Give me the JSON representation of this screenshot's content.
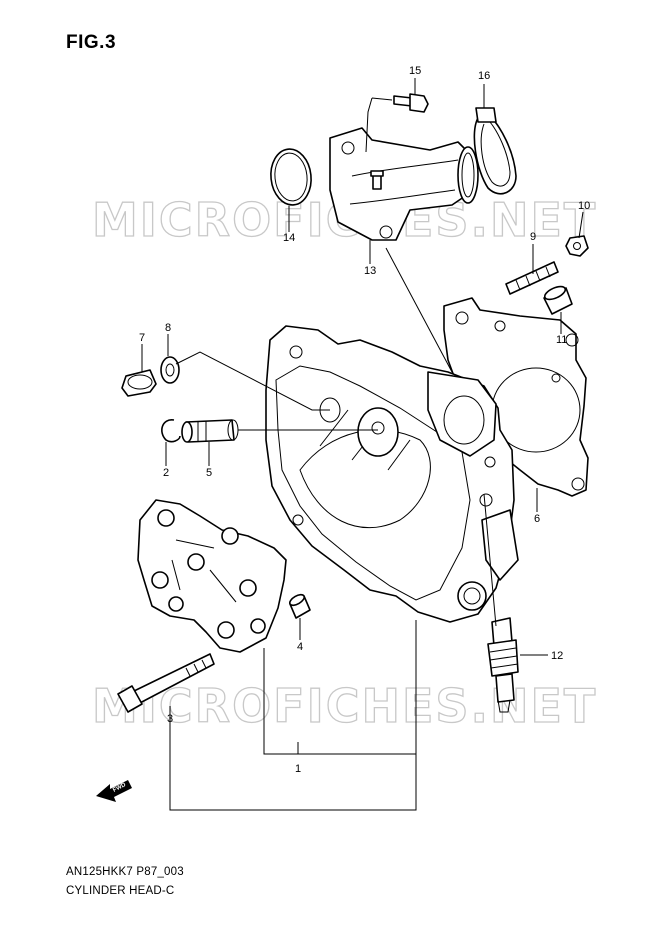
{
  "figure": {
    "title": "FIG.3",
    "code": "AN125HKK7 P87_003",
    "name": "CYLINDER HEAD-C"
  },
  "watermark": "MICROFICHES.NET",
  "callouts": [
    "1",
    "2",
    "3",
    "4",
    "5",
    "6",
    "7",
    "8",
    "9",
    "10",
    "11",
    "12",
    "13",
    "14",
    "15",
    "16"
  ],
  "badge": "FWD"
}
